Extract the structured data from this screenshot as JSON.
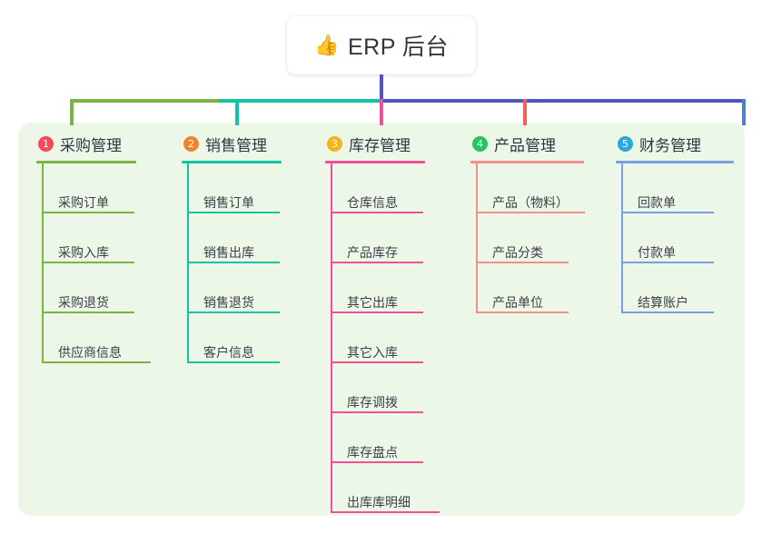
{
  "root": {
    "icon": "thumbs-up-icon",
    "emoji": "👍",
    "label": "ERP 后台"
  },
  "theme": {
    "page_background": "#ffffff",
    "panel_background": "#edf7e8",
    "text_color": "#2f3640",
    "stem_color": "#4f56bf",
    "bus_colors": [
      "#7cb342",
      "#11c4a4",
      "#4f56bf"
    ]
  },
  "branches": [
    {
      "number": "1",
      "badge_color": "#f2495c",
      "line_color": "#7cb342",
      "title": "采购管理",
      "items": [
        "采购订单",
        "采购入库",
        "采购退货",
        "供应商信息"
      ]
    },
    {
      "number": "2",
      "badge_color": "#f0842c",
      "line_color": "#11c4a4",
      "title": "销售管理",
      "items": [
        "销售订单",
        "销售出库",
        "销售退货",
        "客户信息"
      ]
    },
    {
      "number": "3",
      "badge_color": "#f5b518",
      "line_color": "#f0509a",
      "title": "库存管理",
      "items": [
        "仓库信息",
        "产品库存",
        "其它出库",
        "其它入库",
        "库存调拨",
        "库存盘点",
        "出库库明细"
      ]
    },
    {
      "number": "4",
      "badge_color": "#22c55e",
      "line_color": "#f2908c",
      "title": "产品管理",
      "items": [
        "产品（物料）",
        "产品分类",
        "产品单位"
      ]
    },
    {
      "number": "5",
      "badge_color": "#29a8e0",
      "line_color": "#7b9fdd",
      "title": "财务管理",
      "items": [
        "回款单",
        "付款单",
        "结算账户"
      ]
    }
  ]
}
